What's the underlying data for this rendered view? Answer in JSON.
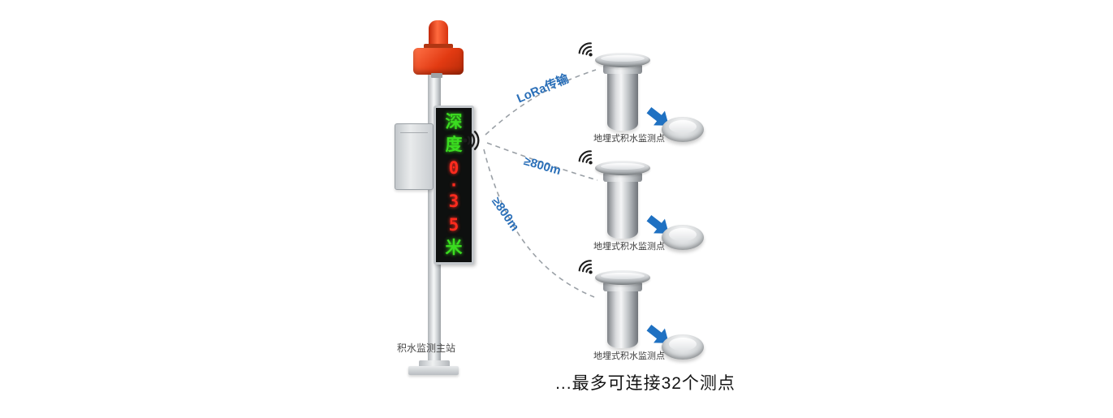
{
  "main_station": {
    "label": "积水监测主站",
    "display_lines": [
      {
        "ch": "深",
        "tone": "green"
      },
      {
        "ch": "度",
        "tone": "green"
      },
      {
        "ch": "0",
        "tone": "red"
      },
      {
        "ch": "·",
        "tone": "red"
      },
      {
        "ch": "3",
        "tone": "red"
      },
      {
        "ch": "5",
        "tone": "red"
      },
      {
        "ch": "米",
        "tone": "green"
      }
    ]
  },
  "links": [
    {
      "label": "LoRa传输"
    },
    {
      "label": "≥800m"
    },
    {
      "label": "≥800m"
    }
  ],
  "sensors": [
    {
      "label": "地埋式积水监测点"
    },
    {
      "label": "地埋式积水监测点"
    },
    {
      "label": "地埋式积水监测点"
    }
  ],
  "caption": "...最多可连接32个测点",
  "colors": {
    "led_green": "#3bdc20",
    "led_red": "#ff2b1e",
    "link_blue": "#2a6fb8",
    "arrow_blue": "#1f71c2",
    "beacon_red": "#e8391c"
  }
}
